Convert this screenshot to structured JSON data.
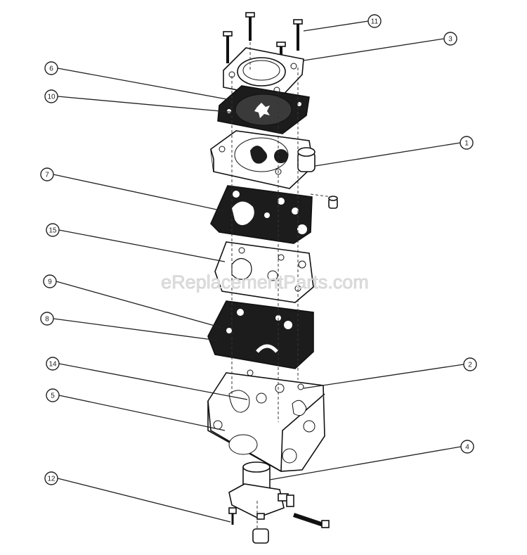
{
  "watermark": "eReplacementParts.com",
  "callouts": [
    {
      "id": "c11",
      "label": "11"
    },
    {
      "id": "c3",
      "label": "3"
    },
    {
      "id": "c6",
      "label": "6"
    },
    {
      "id": "c10",
      "label": "10"
    },
    {
      "id": "c1",
      "label": "1"
    },
    {
      "id": "c7",
      "label": "7"
    },
    {
      "id": "c15",
      "label": "15"
    },
    {
      "id": "c9",
      "label": "9"
    },
    {
      "id": "c8",
      "label": "8"
    },
    {
      "id": "c14",
      "label": "14"
    },
    {
      "id": "c2",
      "label": "2"
    },
    {
      "id": "c5",
      "label": "5"
    },
    {
      "id": "c4",
      "label": "4"
    },
    {
      "id": "c12",
      "label": "12"
    }
  ]
}
